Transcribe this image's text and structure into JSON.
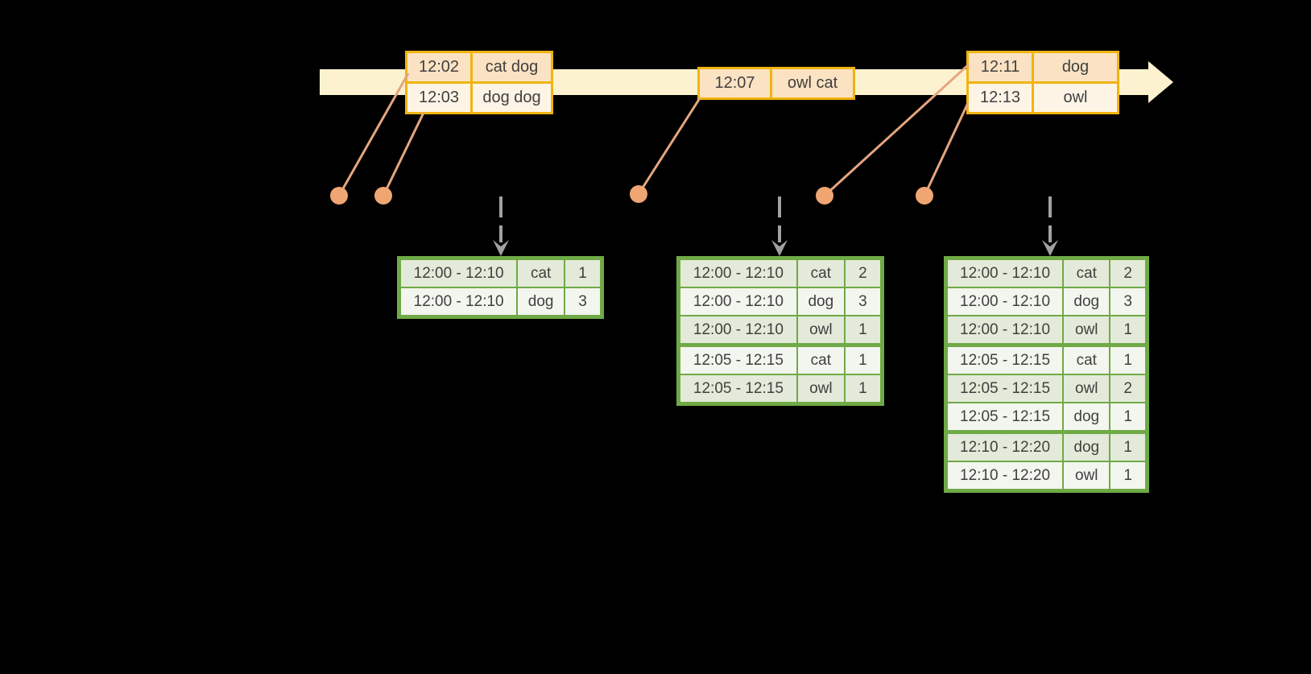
{
  "colors": {
    "background": "#000000",
    "timeline_fill": "#fdf2cf",
    "event_box_border": "#f0b410",
    "event_fill_dark": "#fbe2c2",
    "event_fill_light": "#fdf4e6",
    "table_border_green": "#6faa46",
    "table_row_dark": "#e3ead9",
    "table_row_light": "#f3f6ef",
    "connector_salmon": "#e6a57e",
    "dot_fill": "#f0a672",
    "dashed_arrow_gray": "#a1a1a1",
    "text": "#404040"
  },
  "events": [
    {
      "rows": [
        {
          "time": "12:02",
          "value": "cat dog"
        },
        {
          "time": "12:03",
          "value": "dog dog"
        }
      ]
    },
    {
      "rows": [
        {
          "time": "12:07",
          "value": "owl cat"
        }
      ]
    },
    {
      "rows": [
        {
          "time": "12:11",
          "value": "dog"
        },
        {
          "time": "12:13",
          "value": "owl"
        }
      ]
    }
  ],
  "result_tables": [
    {
      "rows": [
        {
          "window": "12:00 - 12:10",
          "key": "cat",
          "count": "1"
        },
        {
          "window": "12:00 - 12:10",
          "key": "dog",
          "count": "3"
        }
      ]
    },
    {
      "rows": [
        {
          "window": "12:00 - 12:10",
          "key": "cat",
          "count": "2"
        },
        {
          "window": "12:00 - 12:10",
          "key": "dog",
          "count": "3"
        },
        {
          "window": "12:00 - 12:10",
          "key": "owl",
          "count": "1"
        },
        {
          "window": "12:05 - 12:15",
          "key": "cat",
          "count": "1"
        },
        {
          "window": "12:05 - 12:15",
          "key": "owl",
          "count": "1"
        }
      ]
    },
    {
      "rows": [
        {
          "window": "12:00 - 12:10",
          "key": "cat",
          "count": "2"
        },
        {
          "window": "12:00 - 12:10",
          "key": "dog",
          "count": "3"
        },
        {
          "window": "12:00 - 12:10",
          "key": "owl",
          "count": "1"
        },
        {
          "window": "12:05 - 12:15",
          "key": "cat",
          "count": "1"
        },
        {
          "window": "12:05 - 12:15",
          "key": "owl",
          "count": "2"
        },
        {
          "window": "12:05 - 12:15",
          "key": "dog",
          "count": "1"
        },
        {
          "window": "12:10 - 12:20",
          "key": "dog",
          "count": "1"
        },
        {
          "window": "12:10 - 12:20",
          "key": "owl",
          "count": "1"
        }
      ]
    }
  ]
}
